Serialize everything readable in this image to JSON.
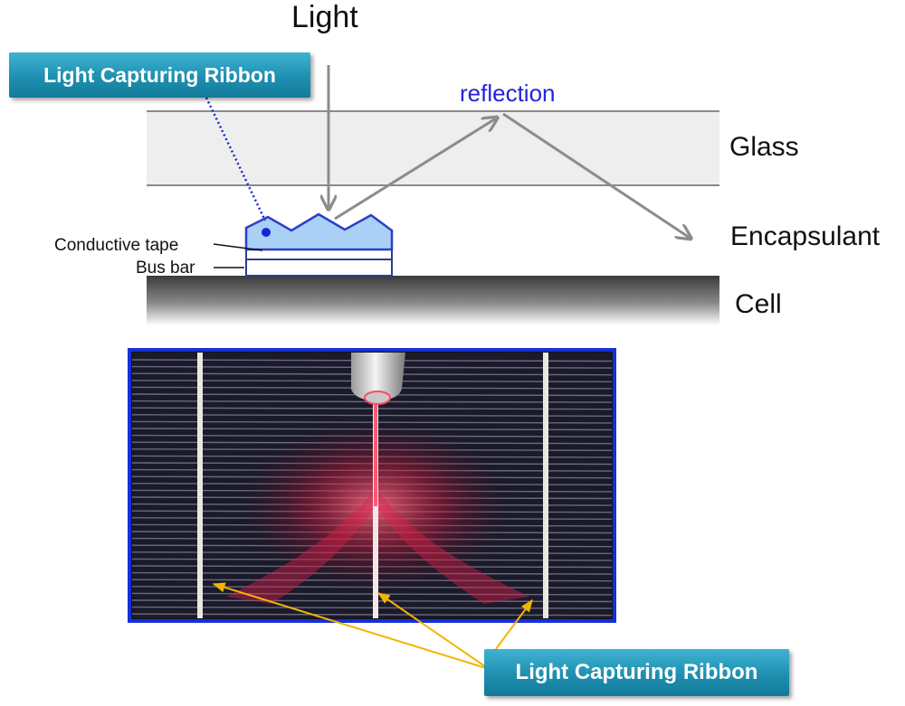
{
  "labels": {
    "light": "Light",
    "reflection": "reflection",
    "glass": "Glass",
    "encapsulant": "Encapsulant",
    "cell": "Cell",
    "conductive_tape": "Conductive tape",
    "bus_bar": "Bus bar",
    "ribbon_top": "Light Capturing Ribbon",
    "ribbon_bottom": "Light Capturing Ribbon"
  },
  "colors": {
    "arrow": "#8c8c8c",
    "glass_fill": "#eeeeee",
    "ribbon_fill": "#aad0f6",
    "ribbon_outline": "#2a3fc8",
    "reflection_text": "#2323d8",
    "photo_border": "#1630d8",
    "callout_line": "#f3b400",
    "tag_fill": "#2aa3c6"
  },
  "photo": {
    "laser_color": "#ff2a4a",
    "ribbon_count": 3
  }
}
